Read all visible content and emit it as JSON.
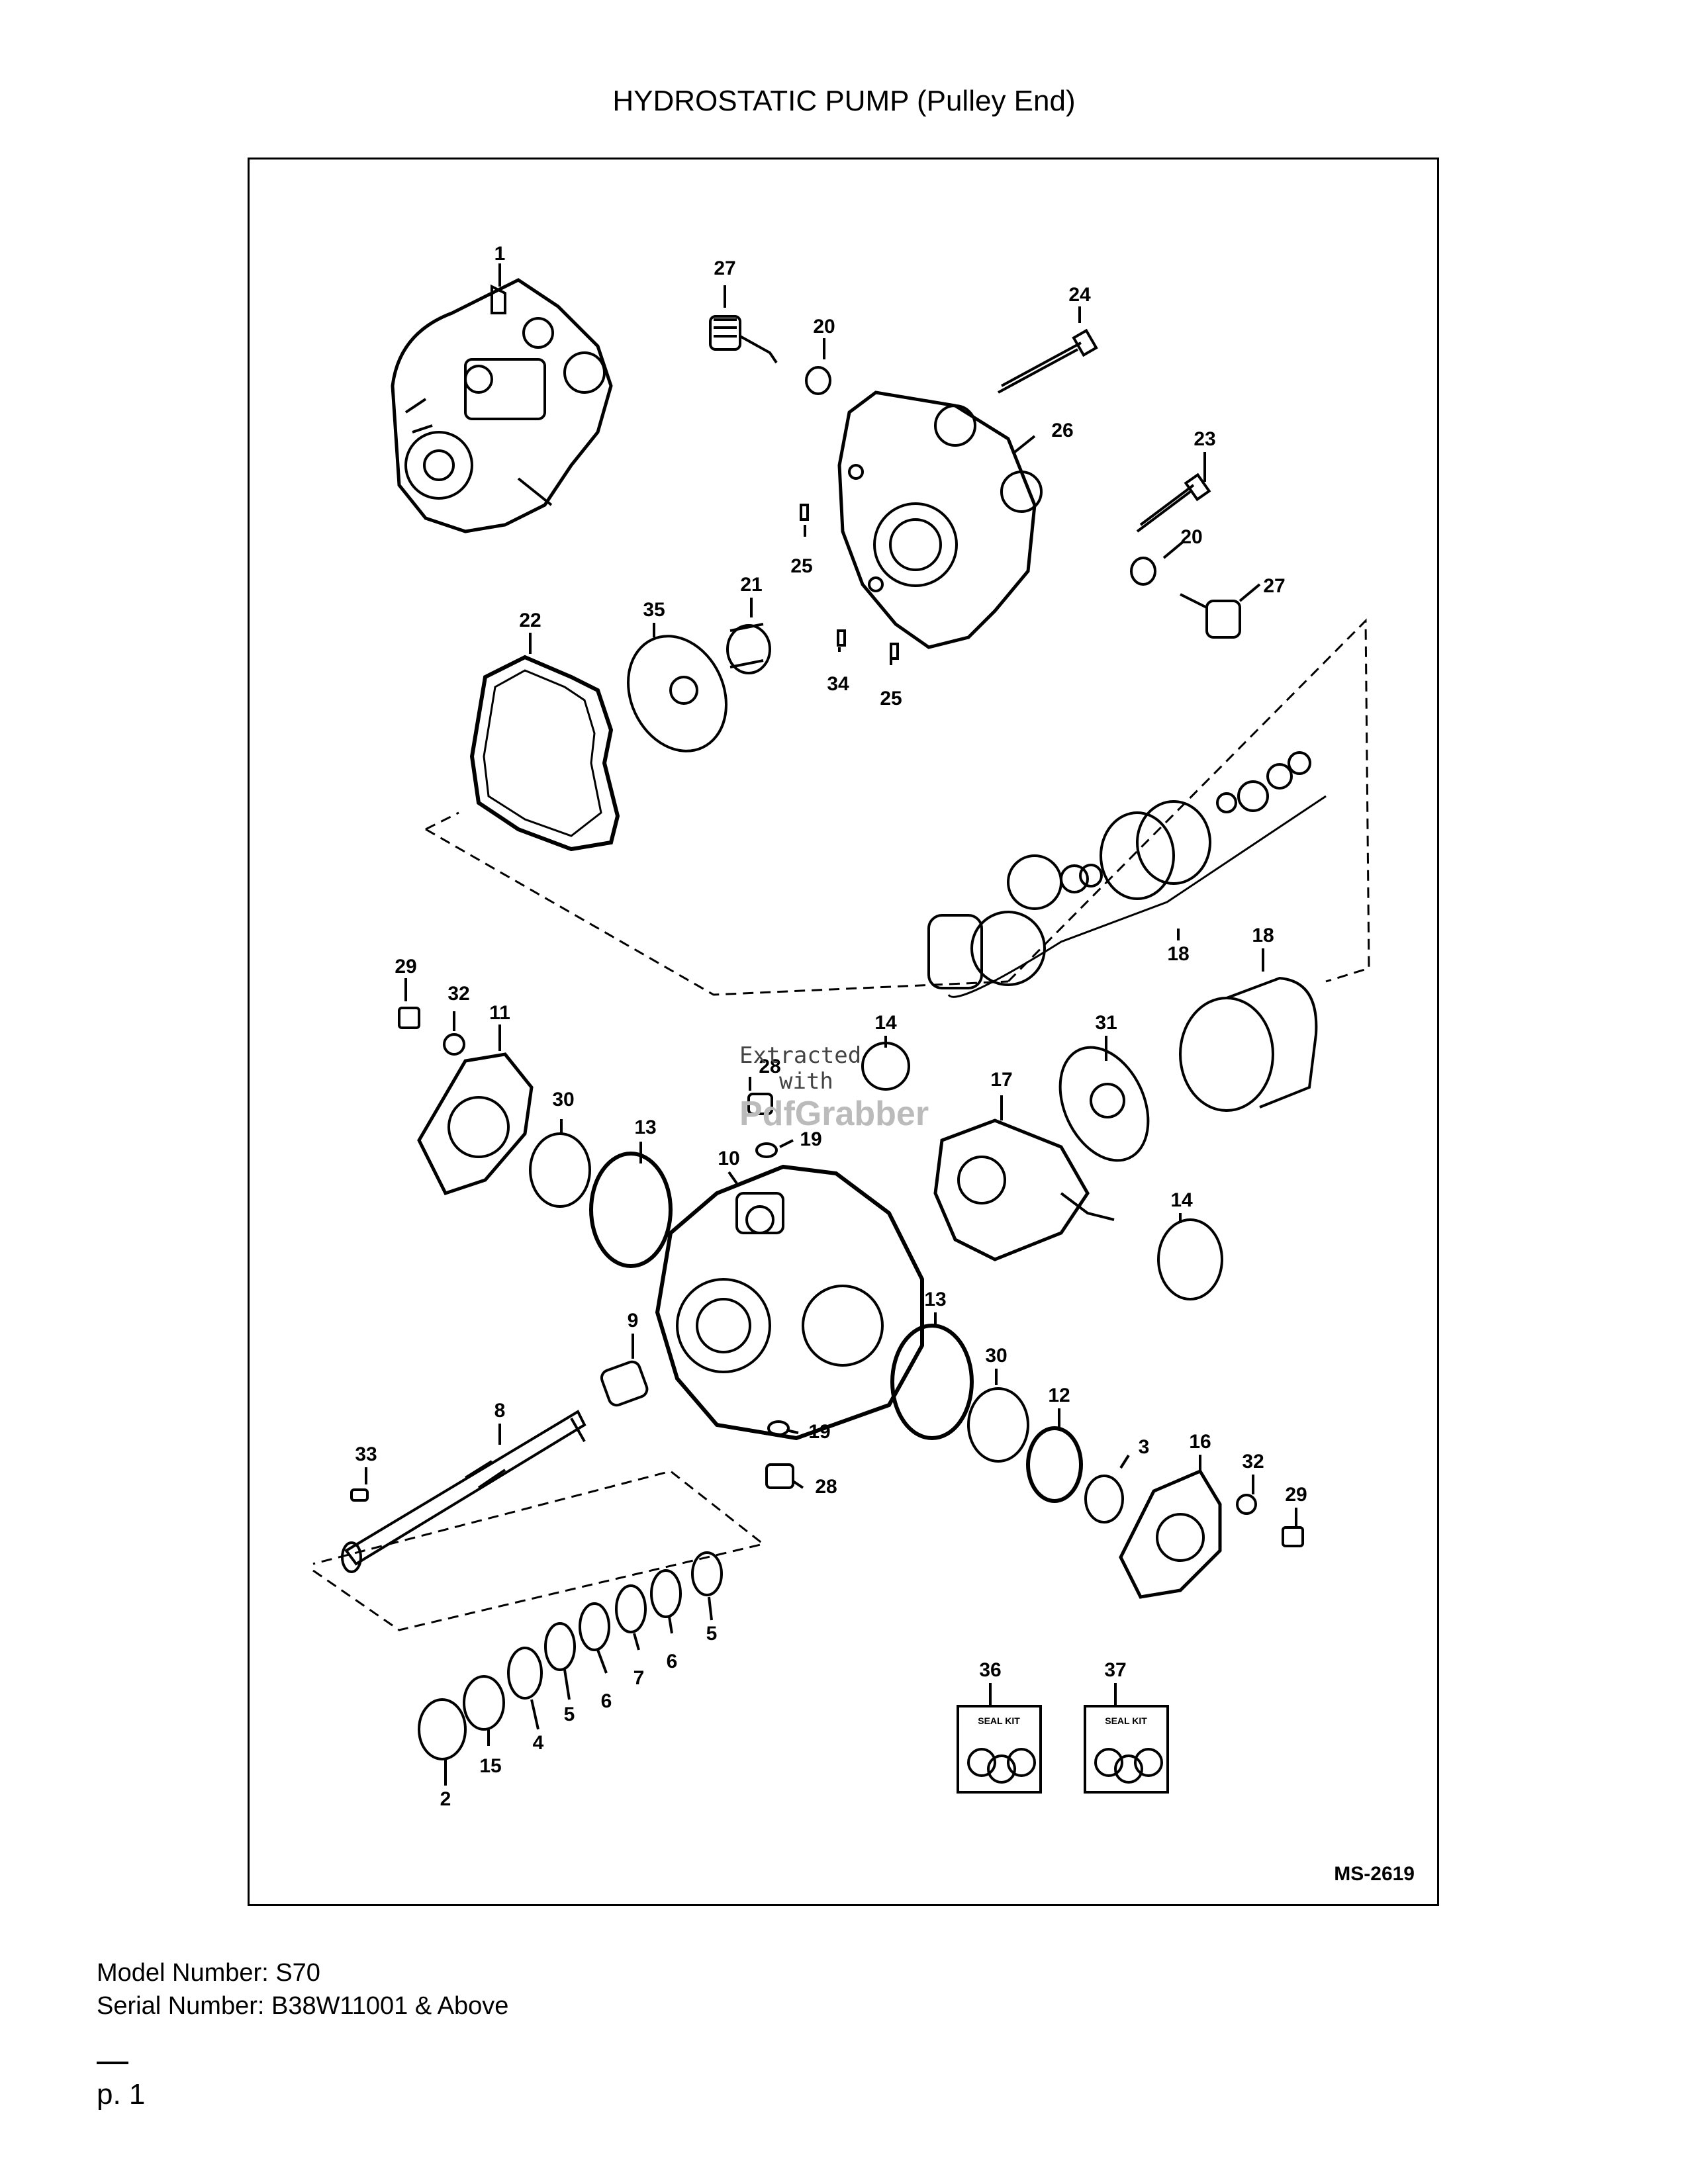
{
  "page": {
    "title": "HYDROSTATIC PUMP (Pulley End)",
    "model_number": "Model Number: S70",
    "serial_number": "Serial Number: B38W11001 & Above",
    "page_number": "p. 1"
  },
  "diagram": {
    "drawing_code": "MS-2619",
    "watermark": {
      "line1": "Extracted",
      "line2": "with",
      "brand": "PdfGrabber"
    },
    "callouts": {
      "c1": "1",
      "c2": "2",
      "c3": "3",
      "c4": "4",
      "c5a": "5",
      "c5b": "5",
      "c6a": "6",
      "c6b": "6",
      "c7": "7",
      "c8": "8",
      "c9": "9",
      "c10": "10",
      "c11": "11",
      "c12": "12",
      "c13a": "13",
      "c13b": "13",
      "c14a": "14",
      "c14b": "14",
      "c15": "15",
      "c16": "16",
      "c17": "17",
      "c18a": "18",
      "c18b": "18",
      "c19a": "19",
      "c19b": "19",
      "c20a": "20",
      "c20b": "20",
      "c21": "21",
      "c22": "22",
      "c23": "23",
      "c24": "24",
      "c25a": "25",
      "c25b": "25",
      "c26": "26",
      "c27a": "27",
      "c27b": "27",
      "c28a": "28",
      "c28b": "28",
      "c29a": "29",
      "c29b": "29",
      "c30a": "30",
      "c30b": "30",
      "c31": "31",
      "c32a": "32",
      "c32b": "32",
      "c33": "33",
      "c34": "34",
      "c35": "35",
      "c36": "36",
      "c37": "37"
    },
    "seal_kit_label": "SEAL KIT"
  }
}
